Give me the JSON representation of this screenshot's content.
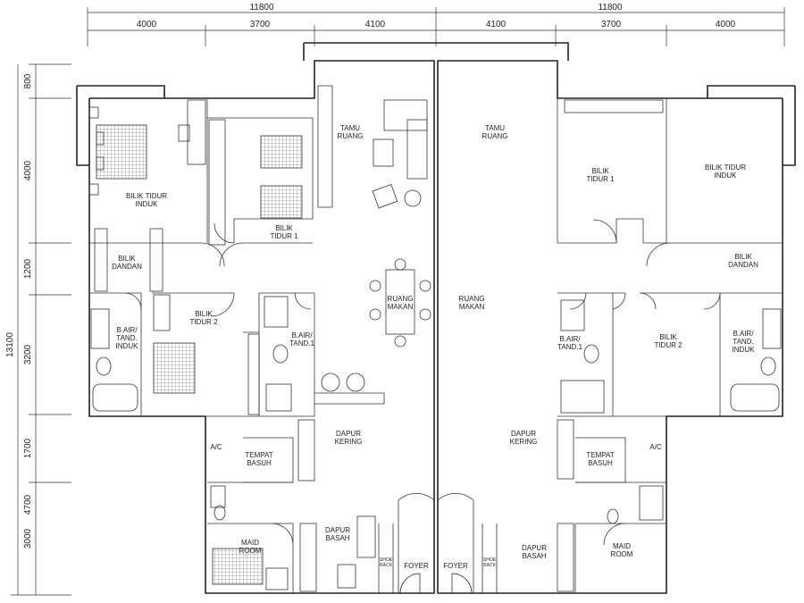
{
  "dimensions": {
    "top_total_left": "11800",
    "top_total_right": "11800",
    "top_left_segments": [
      "4000",
      "3700",
      "4100"
    ],
    "top_right_segments": [
      "4100",
      "3700",
      "4000"
    ],
    "left_total": "13100",
    "left_segments": [
      "800",
      "4000",
      "1200",
      "3200",
      "1700",
      "3000"
    ],
    "left_subtotal": "4700"
  },
  "rooms_left": {
    "bilik_tidur_induk": [
      "BILIK TIDUR",
      "INDUK"
    ],
    "bilik_dandan": [
      "BILIK",
      "DANDAN"
    ],
    "bilik_tidur_1": [
      "BILIK",
      "TIDUR 1"
    ],
    "bilik_tidur_2": [
      "BILIK",
      "TIDUR 2"
    ],
    "b_air_induk": [
      "B.AIR/",
      "TAND.",
      "INDUK"
    ],
    "b_air_1": [
      "B.AIR/",
      "TAND.1"
    ],
    "tamu_ruang": [
      "TAMU",
      "RUANG"
    ],
    "ruang_makan": [
      "RUANG",
      "MAKAN"
    ],
    "dapur_kering": [
      "DAPUR",
      "KERING"
    ],
    "tempat_basuh": [
      "TEMPAT",
      "BASUH"
    ],
    "ac": "A/C",
    "dapur_basah": [
      "DAPUR",
      "BASAH"
    ],
    "maid_room": [
      "MAID",
      "ROOM"
    ],
    "shoe_rack": [
      "SHOE",
      "RACK"
    ],
    "foyer": "FOYER"
  },
  "rooms_right": {
    "tamu_ruang": [
      "TAMU",
      "RUANG"
    ],
    "bilik_tidur_1": [
      "BILIK",
      "TIDUR 1"
    ],
    "bilik_tidur_induk": [
      "BILIK TIDUR",
      "INDUK"
    ],
    "bilik_dandan": [
      "BILIK",
      "DANDAN"
    ],
    "ruang_makan": [
      "RUANG",
      "MAKAN"
    ],
    "b_air_1": [
      "B.AIR/",
      "TAND.1"
    ],
    "bilik_tidur_2": [
      "BILIK",
      "TIDUR 2"
    ],
    "b_air_induk": [
      "B.AIR/",
      "TAND.",
      "INDUK"
    ],
    "dapur_kering": [
      "DAPUR",
      "KERING"
    ],
    "tempat_basuh": [
      "TEMPAT",
      "BASUH"
    ],
    "ac": "A/C",
    "dapur_basah": [
      "DAPUR",
      "BASAH"
    ],
    "maid_room": [
      "MAID",
      "ROOM"
    ],
    "shoe_rack": [
      "SHOE",
      "RACK"
    ],
    "foyer": "FOYER"
  },
  "colors": {
    "line": "#222222",
    "background": "#ffffff"
  }
}
